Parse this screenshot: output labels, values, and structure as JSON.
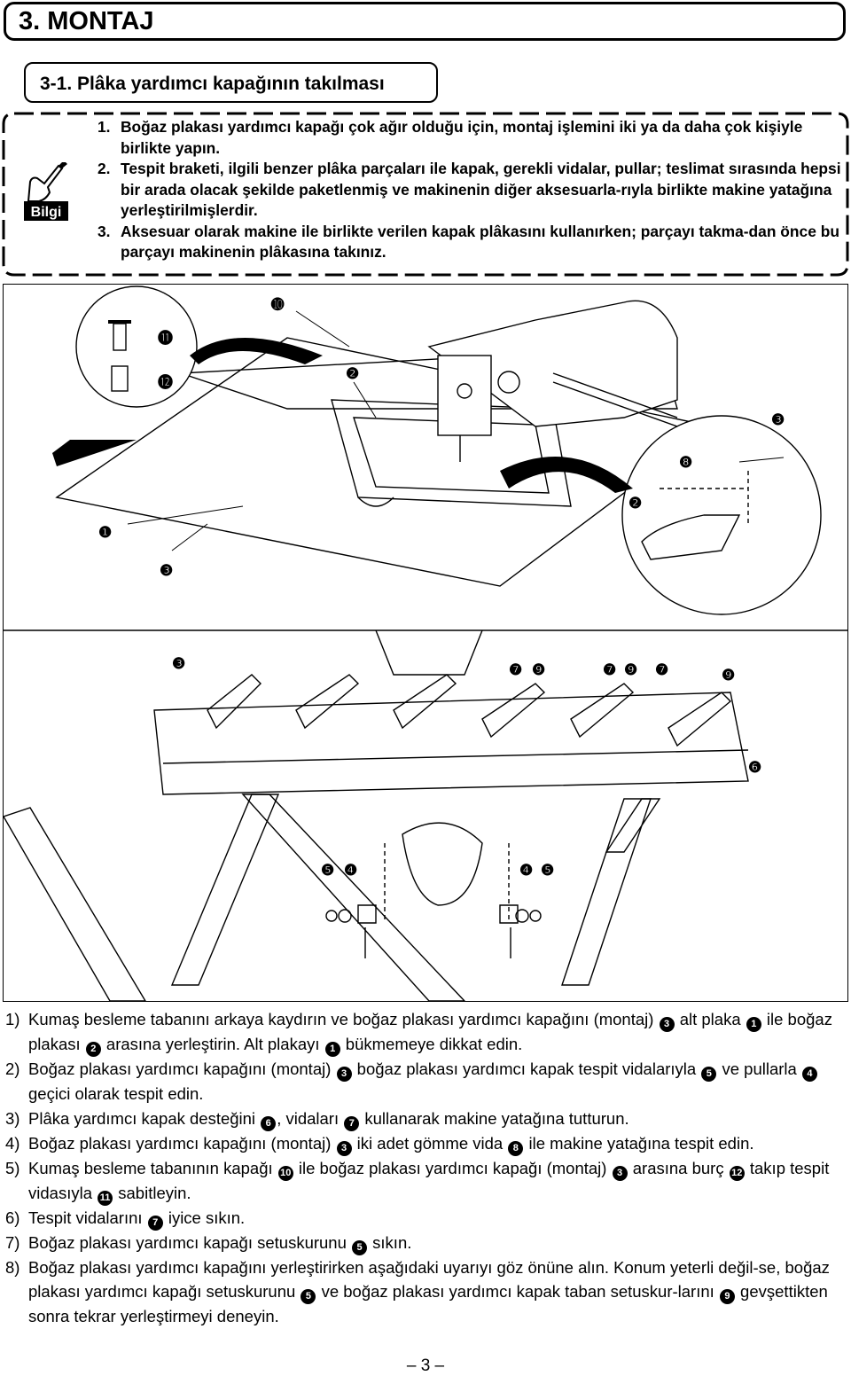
{
  "section_title": "3. MONTAJ",
  "subsection_title": "3-1. Plâka yardımcı kapağının takılması",
  "info_icon_label": "Bilgi",
  "info_notes": [
    {
      "num": "1.",
      "text": "Boğaz plakası yardımcı kapağı çok ağır olduğu için, montaj işlemini iki ya da daha çok kişiyle birlikte yapın."
    },
    {
      "num": "2.",
      "text": "Tespit braketi, ilgili benzer plâka parçaları ile kapak, gerekli vidalar, pullar; teslimat sırasında hepsi bir arada olacak şekilde paketlenmiş ve makinenin diğer aksesuarla-rıyla birlikte makine yatağına yerleştirilmişlerdir."
    },
    {
      "num": "3.",
      "text": "Aksesuar olarak makine ile birlikte verilen kapak plâkasını kullanırken; parçayı takma-dan önce bu parçayı makinenin plâkasına takınız."
    }
  ],
  "figure_callouts": [
    "➓",
    "⓫",
    "⓬",
    "❷",
    "❸",
    "❽",
    "❷",
    "❶",
    "❸",
    "❸",
    "❼",
    "❾",
    "❼",
    "❾",
    "❼",
    "❾",
    "❻",
    "❺",
    "❹",
    "❹",
    "❺"
  ],
  "steps": [
    {
      "num": "1)",
      "parts": [
        "Kumaş besleme tabanını arkaya kaydırın ve boğaz plakası yardımcı kapağını (montaj) ",
        "3",
        " alt plaka ",
        "1",
        " ile boğaz plakası ",
        "2",
        " arasına yerleştirin. Alt plakayı ",
        "1",
        " bükmemeye dikkat edin."
      ]
    },
    {
      "num": "2)",
      "parts": [
        "Boğaz plakası yardımcı kapağını (montaj) ",
        "3",
        " boğaz plakası yardımcı kapak tespit vidalarıyla ",
        "5",
        " ve pullarla ",
        "4",
        " geçici olarak tespit edin."
      ]
    },
    {
      "num": "3)",
      "parts": [
        "Plâka yardımcı kapak desteğini ",
        "6",
        ", vidaları ",
        "7",
        " kullanarak makine yatağına tutturun."
      ]
    },
    {
      "num": "4)",
      "parts": [
        "Boğaz plakası yardımcı kapağını (montaj) ",
        "3",
        " iki adet gömme vida ",
        "8",
        " ile makine yatağına tespit edin."
      ]
    },
    {
      "num": "5)",
      "parts": [
        "Kumaş besleme tabanının kapağı ",
        "10",
        " ile boğaz plakası yardımcı kapağı (montaj) ",
        "3",
        " arasına burç ",
        "12",
        " takıp tespit vidasıyla ",
        "11",
        " sabitleyin."
      ]
    },
    {
      "num": "6)",
      "parts": [
        "Tespit vidalarını ",
        "7",
        " iyice sıkın."
      ]
    },
    {
      "num": "7)",
      "parts": [
        "Boğaz plakası yardımcı kapağı setuskurunu ",
        "5",
        " sıkın."
      ]
    },
    {
      "num": "8)",
      "parts": [
        "Boğaz plakası yardımcı kapağını yerleştirirken aşağıdaki uyarıyı göz önüne alın. Konum yeterli değil-se, boğaz plakası yardımcı kapağı setuskurunu ",
        "5",
        " ve boğaz plakası yardımcı kapak taban setuskur-larını ",
        "9",
        " gevşettikten sonra tekrar yerleştirmeyi deneyin."
      ]
    }
  ],
  "page_number": "– 3 –"
}
